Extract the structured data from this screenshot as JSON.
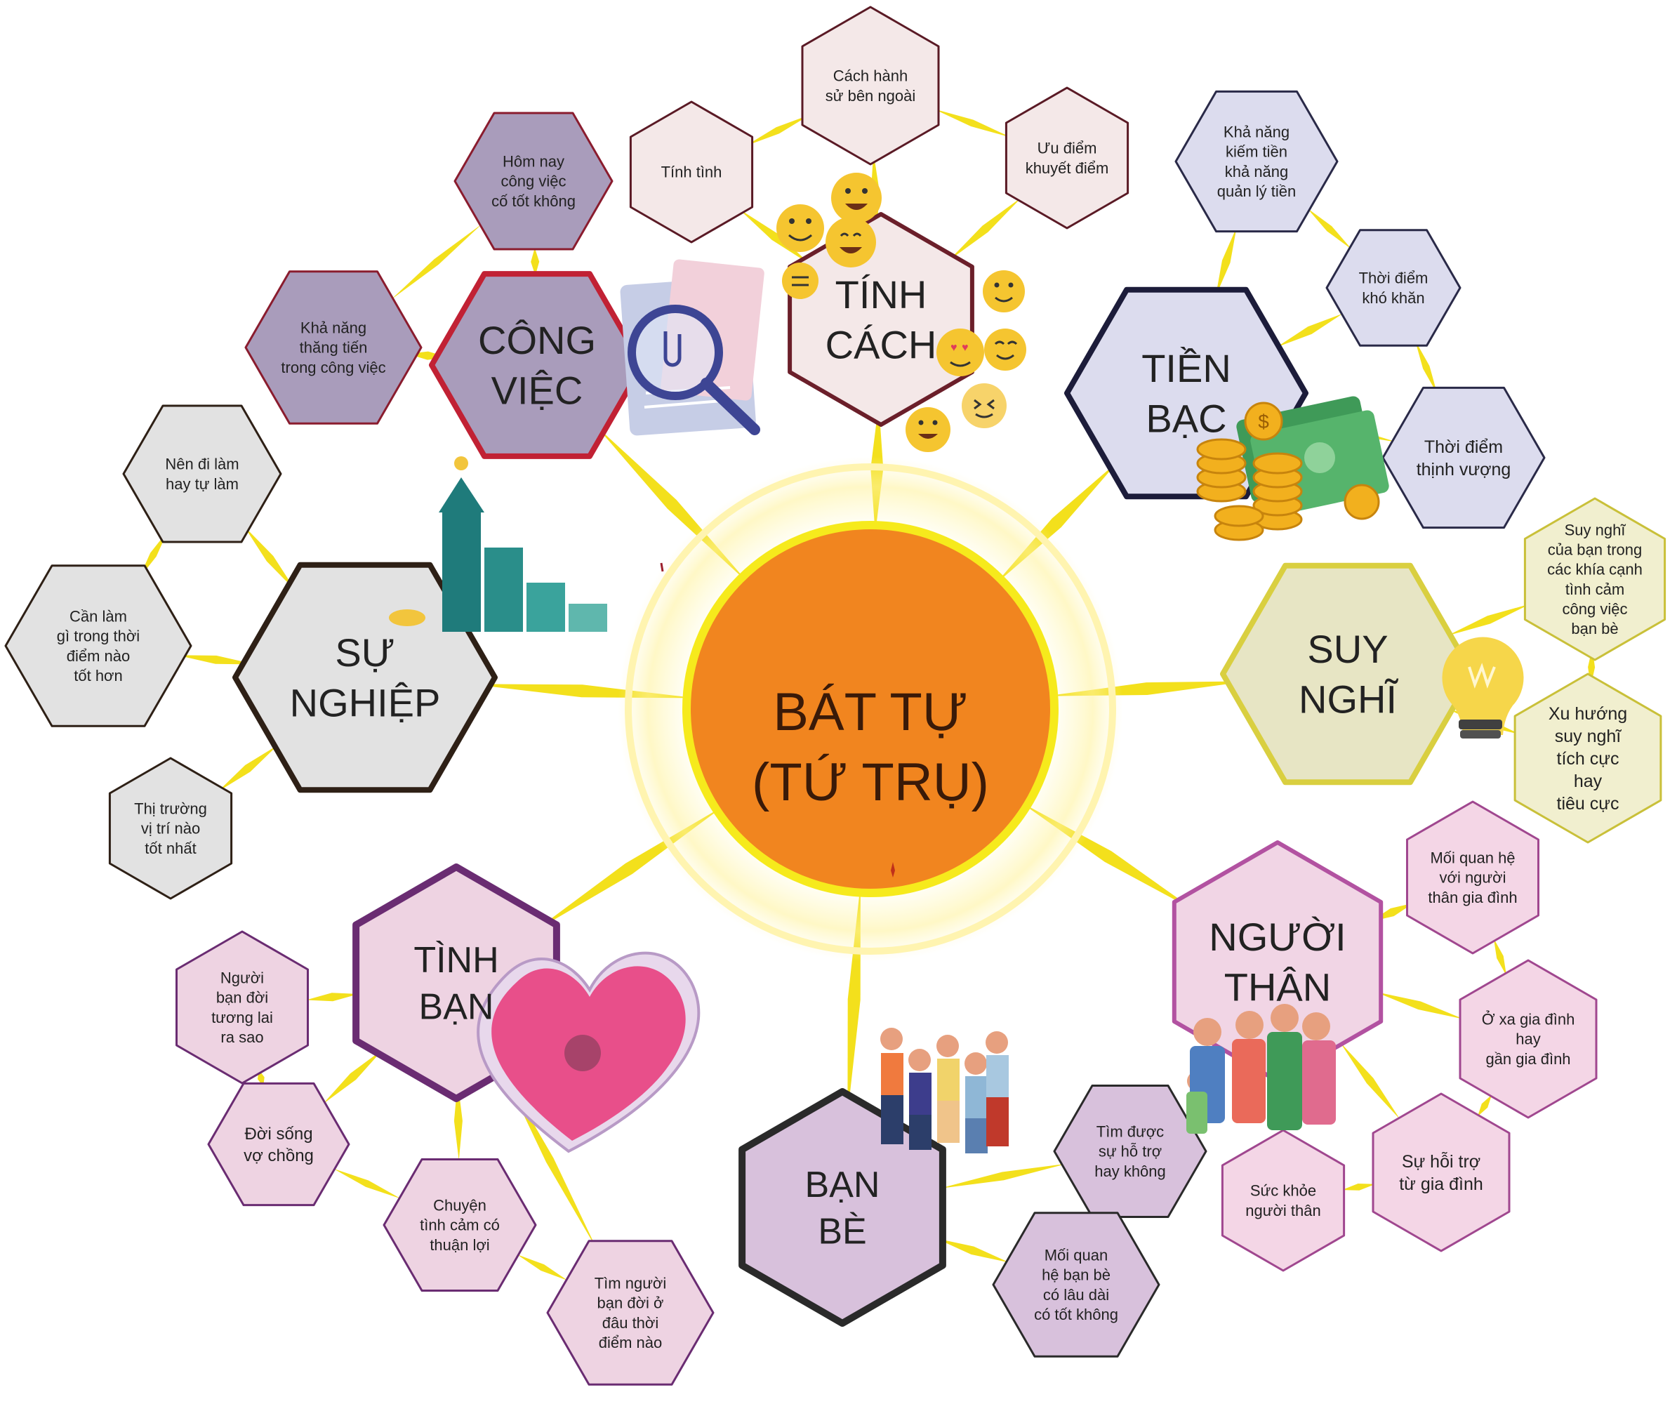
{
  "center": {
    "lines": [
      "BÁT TỰ",
      "(TỨ TRỤ)"
    ]
  },
  "topics": [
    {
      "id": "cong-viec",
      "lines": [
        "CÔNG",
        "VIỆC"
      ],
      "fill": "#a99cbb",
      "stroke": "#c12134"
    },
    {
      "id": "tinh-cach",
      "lines": [
        "TÍNH",
        "CÁCH"
      ],
      "fill": "#f4e8e8",
      "stroke": "#6b1f2a"
    },
    {
      "id": "tien-bac",
      "lines": [
        "TIỀN",
        "BẠC"
      ],
      "fill": "#dcdcee",
      "stroke": "#1c1c3a"
    },
    {
      "id": "suy-nghi",
      "lines": [
        "SUY",
        "NGHĨ"
      ],
      "fill": "#e7e5c4",
      "stroke": "#d9cf40"
    },
    {
      "id": "nguoi-than",
      "lines": [
        "NGƯỜI",
        "THÂN"
      ],
      "fill": "#f1d5e5",
      "stroke": "#b252a1"
    },
    {
      "id": "ban-be",
      "lines": [
        "BẠN",
        "BÈ"
      ],
      "fill": "#d8c1dc",
      "stroke": "#2a2a2a"
    },
    {
      "id": "tinh-ban",
      "lines": [
        "TÌNH",
        "BẠN"
      ],
      "fill": "#eed3e2",
      "stroke": "#6a2c72"
    },
    {
      "id": "su-nghiep",
      "lines": [
        "SỰ",
        "NGHIỆP"
      ],
      "fill": "#e2e2e2",
      "stroke": "#2e2016"
    }
  ],
  "subtopics": [
    {
      "id": "hom-nay-cong-viec",
      "lines": [
        "Hôm nay",
        "công việc",
        "cố tốt không"
      ],
      "fill": "#a99cbb",
      "stroke": "#8a1c2e"
    },
    {
      "id": "kha-nang-thang-tien",
      "lines": [
        "Khả năng",
        "thăng tiến",
        "trong công việc"
      ],
      "fill": "#a99cbb",
      "stroke": "#8a1c2e"
    },
    {
      "id": "tinh-tinh",
      "lines": [
        "Tính tình"
      ],
      "fill": "#f4e8e8",
      "stroke": "#5a1a25"
    },
    {
      "id": "cach-hanh-su",
      "lines": [
        "Cách hành",
        "sử bên ngoài"
      ],
      "fill": "#f4e8e8",
      "stroke": "#5a1a25"
    },
    {
      "id": "uu-diem",
      "lines": [
        "Ưu điểm",
        "khuyết điểm"
      ],
      "fill": "#f4e8e8",
      "stroke": "#5a1a25"
    },
    {
      "id": "kha-nang-kiem-tien",
      "lines": [
        "Khả năng",
        "kiếm tiền",
        "khả năng",
        "quản lý tiền"
      ],
      "fill": "#dcdcee",
      "stroke": "#2a2a48"
    },
    {
      "id": "thoi-diem-kho-khan",
      "lines": [
        "Thời điểm",
        "khó khăn"
      ],
      "fill": "#dcdcee",
      "stroke": "#2a2a48"
    },
    {
      "id": "thoi-diem-thinh-vuong",
      "lines": [
        "Thời điểm",
        "thịnh vượng"
      ],
      "fill": "#dcdcee",
      "stroke": "#2a2a48"
    },
    {
      "id": "suy-nghi-khia-canh",
      "lines": [
        "Suy nghĩ",
        "của bạn trong",
        "các khía cạnh",
        "tình cảm",
        "công việc",
        "bạn bè"
      ],
      "fill": "#f1efcf",
      "stroke": "#c9c039"
    },
    {
      "id": "xu-huong-suy-nghi",
      "lines": [
        "Xu hướng",
        "suy nghĩ",
        "tích cực",
        "hay",
        "tiêu cực"
      ],
      "fill": "#f1efcf",
      "stroke": "#c9c039"
    },
    {
      "id": "moi-quan-he-than-gia-dinh",
      "lines": [
        "Mối quan hệ",
        "với người",
        "thân gia đình"
      ],
      "fill": "#f4d6e6",
      "stroke": "#a0478f"
    },
    {
      "id": "o-xa-gia-dinh",
      "lines": [
        "Ở xa gia đình",
        "hay",
        "gần gia đình"
      ],
      "fill": "#f4d6e6",
      "stroke": "#a0478f"
    },
    {
      "id": "su-ho-tro-gia-dinh",
      "lines": [
        "Sự hỗi trợ",
        "từ gia đình"
      ],
      "fill": "#f4d6e6",
      "stroke": "#a0478f"
    },
    {
      "id": "suc-khoe-nguoi-than",
      "lines": [
        "Sức khỏe",
        "người thân"
      ],
      "fill": "#f4d6e6",
      "stroke": "#a0478f"
    },
    {
      "id": "tim-duoc-su-ho-tro",
      "lines": [
        "Tìm được",
        "sự hỗ trợ",
        "hay không"
      ],
      "fill": "#d8c1dc",
      "stroke": "#2a2a2a"
    },
    {
      "id": "moi-quan-he-ban-be",
      "lines": [
        "Mối quan",
        "hệ bạn bè",
        "có lâu dài",
        "có tốt không"
      ],
      "fill": "#d8c1dc",
      "stroke": "#2a2a2a"
    },
    {
      "id": "nguoi-ban-doi",
      "lines": [
        "Người",
        "bạn đời",
        "tương lai",
        "ra sao"
      ],
      "fill": "#eed3e2",
      "stroke": "#6a2c72"
    },
    {
      "id": "doi-song-vo-chong",
      "lines": [
        "Đời sống",
        "vợ chồng"
      ],
      "fill": "#eed3e2",
      "stroke": "#6a2c72"
    },
    {
      "id": "chuyen-tinh-cam",
      "lines": [
        "Chuyện",
        "tình cảm có",
        "thuận lợi"
      ],
      "fill": "#eed3e2",
      "stroke": "#6a2c72"
    },
    {
      "id": "tim-nguoi-ban-doi",
      "lines": [
        "Tìm người",
        "bạn đời ở",
        "đâu thời",
        "điểm nào"
      ],
      "fill": "#eed3e2",
      "stroke": "#6a2c72"
    },
    {
      "id": "nen-di-lam",
      "lines": [
        "Nên đi làm",
        "hay tự làm"
      ],
      "fill": "#e2e2e2",
      "stroke": "#2e2016"
    },
    {
      "id": "can-lam-gi",
      "lines": [
        "Cần làm",
        "gì trong thời",
        "điểm nào",
        "tốt hơn"
      ],
      "fill": "#e2e2e2",
      "stroke": "#2e2016"
    },
    {
      "id": "thi-truong",
      "lines": [
        "Thị trường",
        "vị trí nào",
        "tốt nhất"
      ],
      "fill": "#e2e2e2",
      "stroke": "#2e2016"
    }
  ]
}
